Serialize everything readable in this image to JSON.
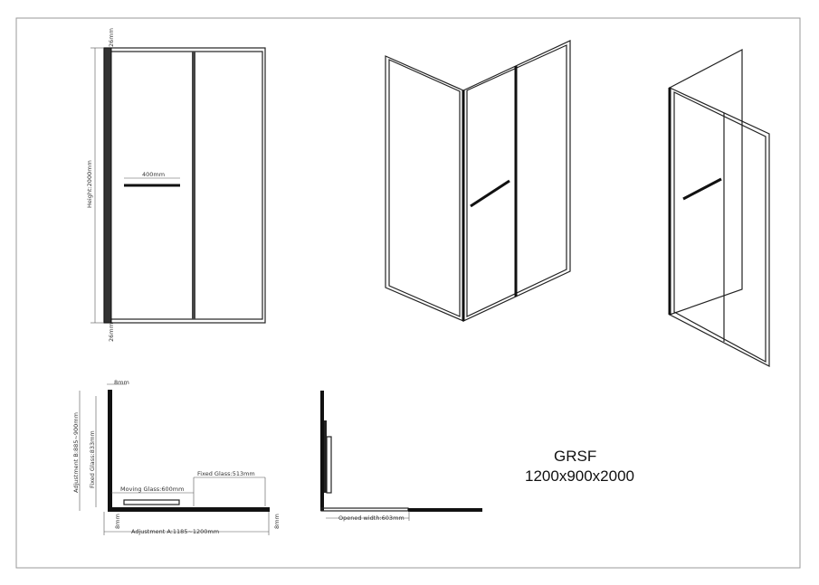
{
  "elevation": {
    "top_gap": "26mm",
    "height": "Height:2000mm",
    "handle": "400mm",
    "bottom_gap": "26mm"
  },
  "plan_closed": {
    "top_thickness": "8mm",
    "adjustment_b": "Adjustment B:885~900mm",
    "fixed_glass_side": "Fixed Glass:833mm",
    "moving_glass": "Moving Glass:600mm",
    "fixed_glass_front": "Fixed Glass:513mm",
    "left_thickness": "8mm",
    "right_thickness": "8mm",
    "adjustment_a": "Adjustment A:1185~1200mm"
  },
  "plan_open": {
    "opened_width": "Opened width:603mm"
  },
  "product": {
    "model": "GRSF",
    "size": "1200x900x2000"
  }
}
